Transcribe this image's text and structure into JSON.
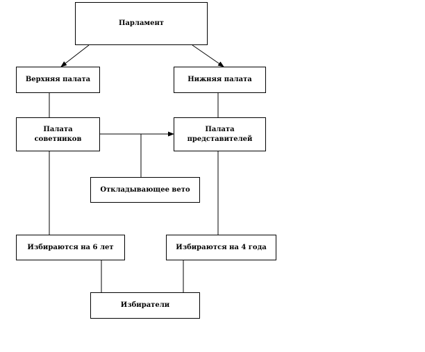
{
  "boxes": {
    "parliament": "Парламент",
    "upper": "Верхняя палата",
    "lower": "Нижняя палата",
    "councillors": "Палата\nсоветников",
    "representatives": "Палата\nпредставителей",
    "veto": "Откладывающее вето",
    "six_years": "Избираются на 6 лет",
    "four_years": "Избираются на 4 года",
    "voters": "Избиратели"
  }
}
